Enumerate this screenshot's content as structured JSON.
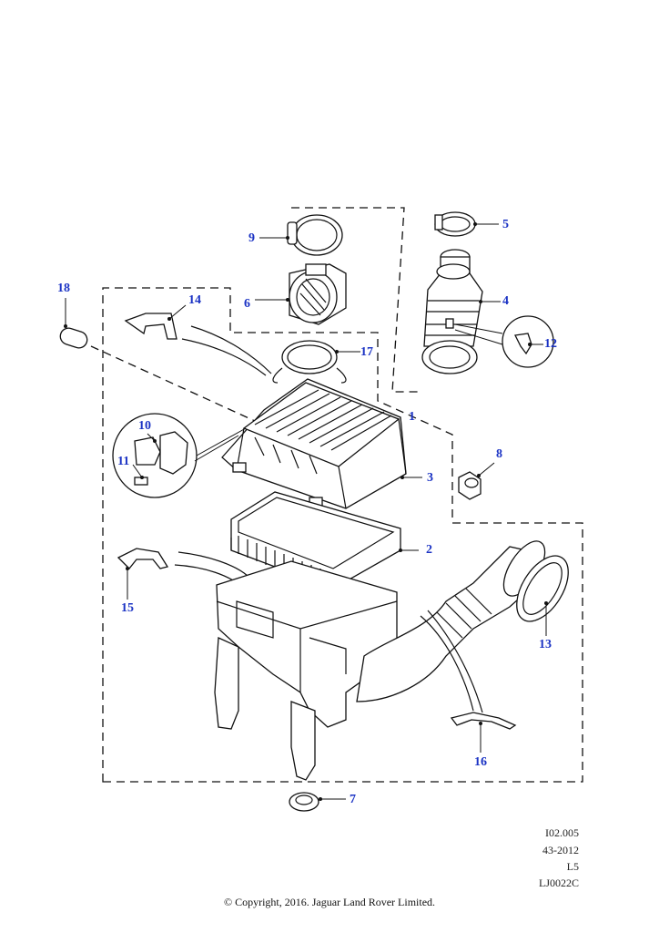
{
  "callouts": {
    "c1": "1",
    "c2": "2",
    "c3": "3",
    "c4": "4",
    "c5": "5",
    "c6": "6",
    "c7": "7",
    "c8": "8",
    "c9": "9",
    "c10": "10",
    "c11": "11",
    "c12": "12",
    "c13": "13",
    "c14": "14",
    "c15": "15",
    "c16": "16",
    "c17": "17",
    "c18": "18"
  },
  "reference": {
    "line1": "I02.005",
    "line2": "43-2012",
    "line3": "L5",
    "line4": "LJ0022C"
  },
  "copyright": "© Copyright, 2016. Jaguar Land Rover Limited.",
  "colors": {
    "callout": "#1b33c4",
    "line": "#111111"
  }
}
